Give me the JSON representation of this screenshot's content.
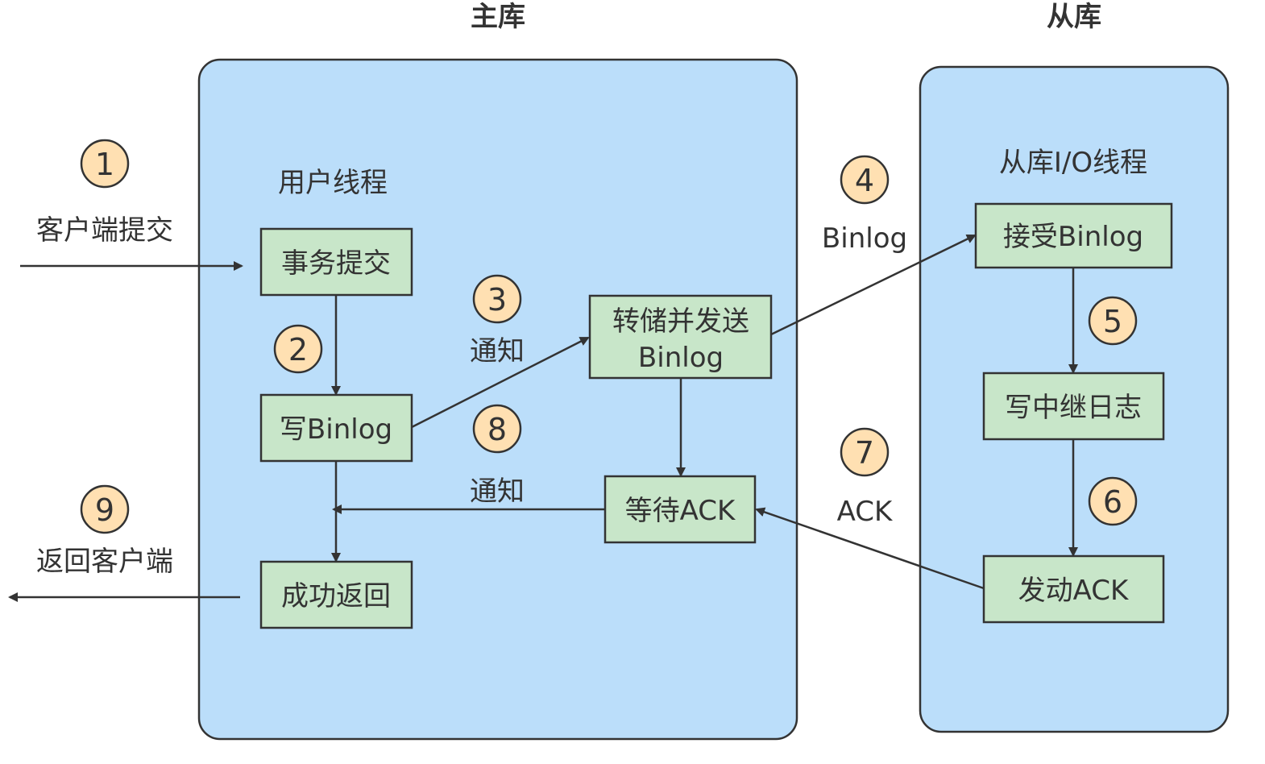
{
  "titles": {
    "master": "主库",
    "slave": "从库"
  },
  "master_panel": {
    "thread_label": "用户线程",
    "boxes": {
      "commit": "事务提交",
      "write_binlog": "写Binlog",
      "dump_send_line1": "转储并发送",
      "dump_send_line2": "Binlog",
      "wait_ack": "等待ACK",
      "success_return": "成功返回"
    },
    "notify_3": "通知",
    "notify_8": "通知"
  },
  "slave_panel": {
    "thread_label": "从库I/O线程",
    "boxes": {
      "receive_binlog": "接受Binlog",
      "write_relay_log": "写中继日志",
      "send_ack": "发动ACK"
    }
  },
  "external": {
    "client_commit": "客户端提交",
    "return_client": "返回客户端",
    "binlog_label": "Binlog",
    "ack_label": "ACK"
  },
  "steps": [
    "1",
    "2",
    "3",
    "4",
    "5",
    "6",
    "7",
    "8",
    "9"
  ],
  "colors": {
    "panel_fill": "#bbdefa",
    "box_fill": "#c8e6c9",
    "step_fill": "#ffe0b2",
    "stroke": "#333333"
  }
}
